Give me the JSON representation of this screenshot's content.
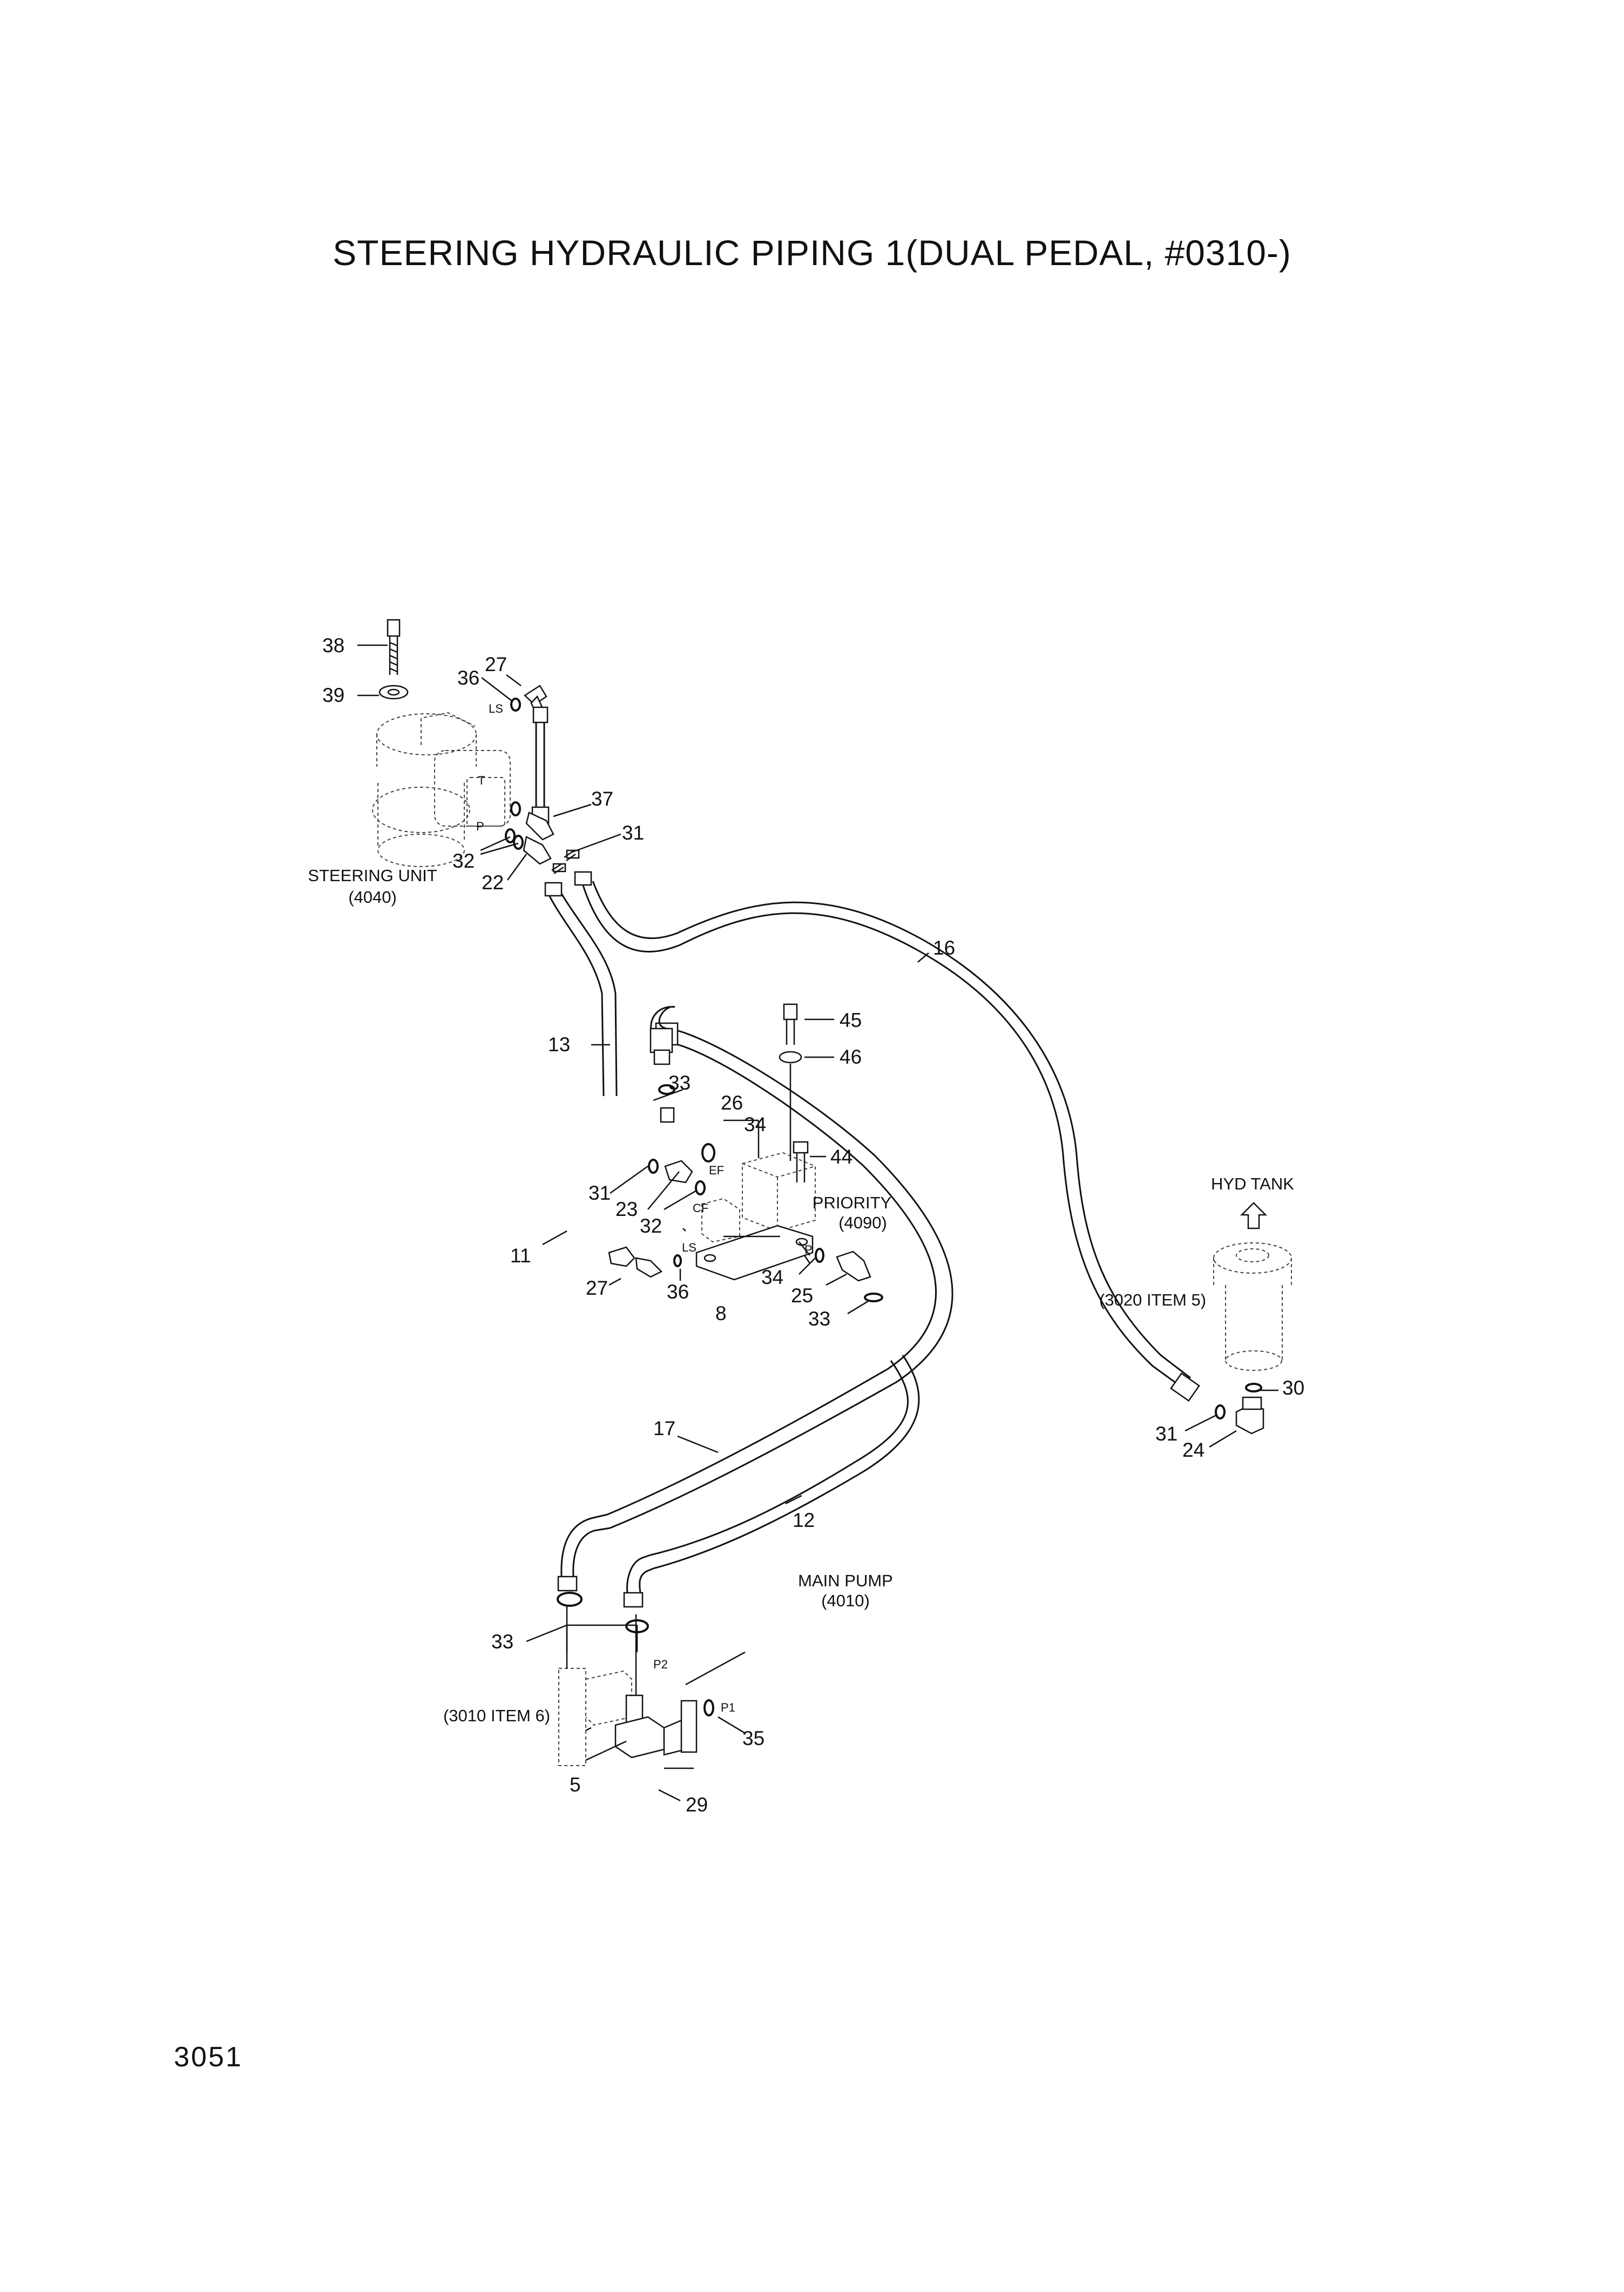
{
  "title": "STEERING HYDRAULIC PIPING 1(DUAL PEDAL, #0310-)",
  "page_number": "3051",
  "labels": {
    "steering_unit": "STEERING UNIT",
    "steering_unit_ref": "(4040)",
    "priority": "PRIORITY",
    "priority_ref": "(4090)",
    "hyd_tank": "HYD TANK",
    "hyd_tank_ref": "(3020 ITEM 5)",
    "main_pump": "MAIN PUMP",
    "main_pump_ref": "(4010)",
    "pump_item_ref": "(3010 ITEM 6)"
  },
  "port_labels": {
    "ls_top": "LS",
    "t": "T",
    "p_top": "P",
    "ef": "EF",
    "cf": "CF",
    "ls_mid": "LS",
    "p_mid": "P",
    "p2": "P2",
    "p1": "P1"
  },
  "part_numbers": {
    "n38": "38",
    "n39": "39",
    "n27a": "27",
    "n36a": "36",
    "n37": "37",
    "n31a": "31",
    "n32a": "32",
    "n22": "22",
    "n16": "16",
    "n13": "13",
    "n45": "45",
    "n46": "46",
    "n33a": "33",
    "n26": "26",
    "n34a": "34",
    "n44": "44",
    "n31b": "31",
    "n23": "23",
    "n32b": "32",
    "n11": "11",
    "n27b": "27",
    "n36b": "36",
    "n8": "8",
    "n34b": "34",
    "n25": "25",
    "n33b": "33",
    "n30": "30",
    "n31c": "31",
    "n24": "24",
    "n17": "17",
    "n12": "12",
    "n33c": "33",
    "n35": "35",
    "n5": "5",
    "n29": "29"
  }
}
